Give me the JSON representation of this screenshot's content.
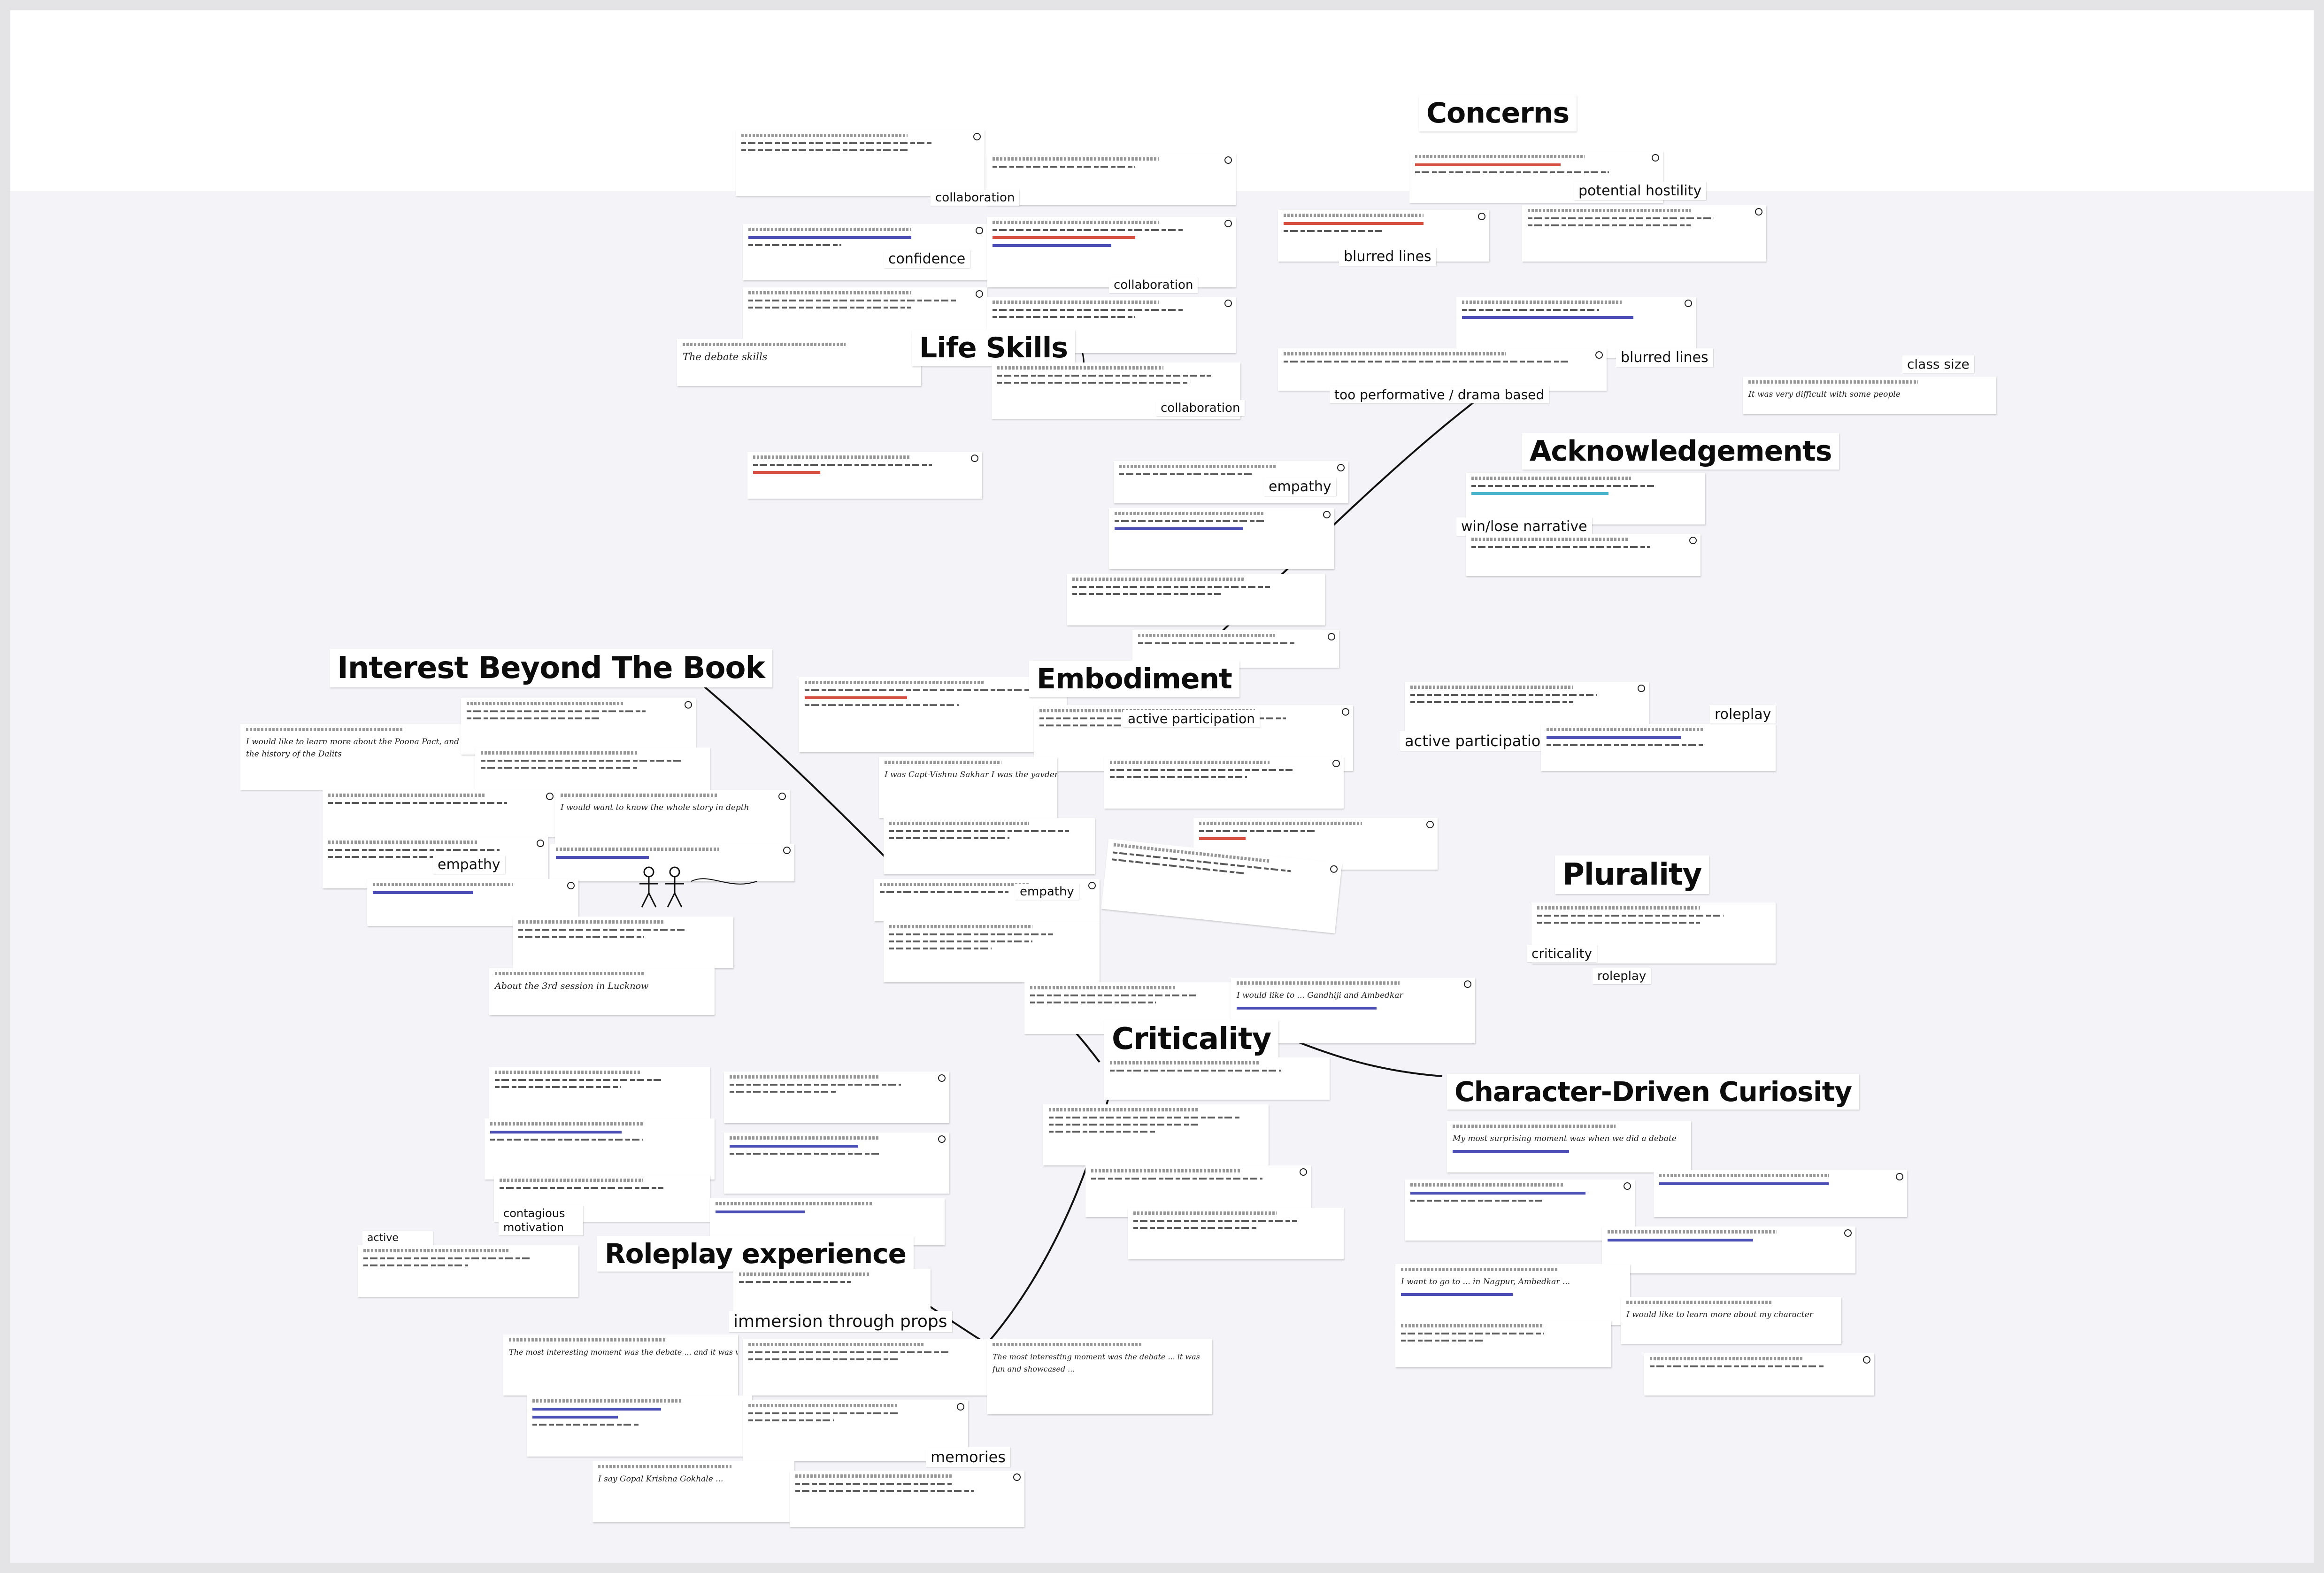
{
  "headings": {
    "concerns": "Concerns",
    "life_skills": "Life Skills",
    "acknowledgements": "Acknowledgements",
    "interest_beyond_the_book": "Interest Beyond The Book",
    "embodiment": "Embodiment",
    "plurality": "Plurality",
    "criticality": "Criticality",
    "character_driven_curiosity": "Character-Driven Curiosity",
    "roleplay_experience": "Roleplay experience"
  },
  "tags": {
    "collaboration_1": "collaboration",
    "confidence": "confidence",
    "collaboration_2": "collaboration",
    "collaboration_3": "collaboration",
    "potential_hostility": "potential hostility",
    "blurred_lines_1": "blurred lines",
    "blurred_lines_2": "blurred lines",
    "class_size": "class size",
    "too_performative": "too performative / drama based",
    "win_lose_narrative": "win/lose narrative",
    "empathy_1": "empathy",
    "empathy_2": "empathy",
    "empathy_3": "empathy",
    "active_participation_1": "active participation",
    "active_participation_2": "active participation",
    "active_participation_3": "active participation",
    "roleplay_1": "roleplay",
    "roleplay_2": "roleplay",
    "criticality_tag": "criticality",
    "contagious_motivation": "contagious motivation",
    "immersion_through_props": "immersion through props",
    "memories": "memories"
  },
  "handwriting": {
    "life_skills_note": "The debate skills",
    "class_size_note": "It was very difficult with some people",
    "embodiment_note_1": "I was Capt-Vishnu Sakhar I was the yavder of the ...",
    "criticality_note": "I would like to ... Gandhiji and Ambedkar",
    "interest_note_1": "I would like to learn more about the Poona Pact, and the history of the Dalits",
    "interest_note_2": "I would want to know the whole story in depth",
    "interest_note_3": "About the 3rd session in Lucknow",
    "roleplay_note_1": "The most interesting moment was the debate ... and it was very fun",
    "roleplay_note_2": "The most interesting moment was the debate ... it was fun and showcased ...",
    "roleplay_note_3": "I say Gopal Krishna Gokhale ...",
    "curiosity_note_1": "My most surprising moment was when we did a debate",
    "curiosity_note_2": "I would like to learn more about my character",
    "curiosity_note_3": "I want to go to ... in Nagpur, Ambedkar ..."
  },
  "colors": {
    "highlight_blue": "#2c2fa8",
    "highlight_red": "#d0301f",
    "highlight_teal": "#2aa8c2",
    "ink": "#111111"
  }
}
